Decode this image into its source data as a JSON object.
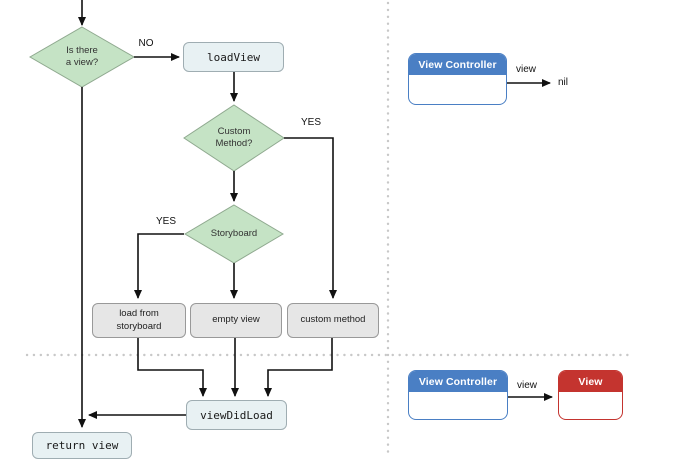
{
  "colors": {
    "diamond_fill": "#c5e3c5",
    "diamond_border": "#8fa98f",
    "code_box_fill": "#e8f1f3",
    "code_box_border": "#9fadb2",
    "action_box_fill": "#e6e6e6",
    "action_box_border": "#999999",
    "controller_blue": "#4a7fc4",
    "view_red": "#c4342f",
    "line_color": "#111111",
    "dot_color": "#c8c8c8"
  },
  "flowchart": {
    "entry_decision": {
      "line1": "Is there",
      "line2": "a view?"
    },
    "no_label": "NO",
    "load_view_label": "loadView",
    "custom_method_decision": {
      "line1": "Custom",
      "line2": "Method?"
    },
    "yes_custom_label": "YES",
    "storyboard_label": "Storyboard",
    "yes_storyboard_label": "YES",
    "load_from_storyboard": {
      "line1": "load from",
      "line2": "storyboard"
    },
    "empty_view_label": "empty view",
    "custom_method_label": "custom method",
    "view_did_load_label": "viewDidLoad",
    "return_view_label": "return view"
  },
  "uml_top": {
    "controller_title": "View Controller",
    "arrow_label": "view",
    "target_label": "nil"
  },
  "uml_bottom": {
    "controller_title": "View Controller",
    "arrow_label": "view",
    "view_title": "View"
  }
}
